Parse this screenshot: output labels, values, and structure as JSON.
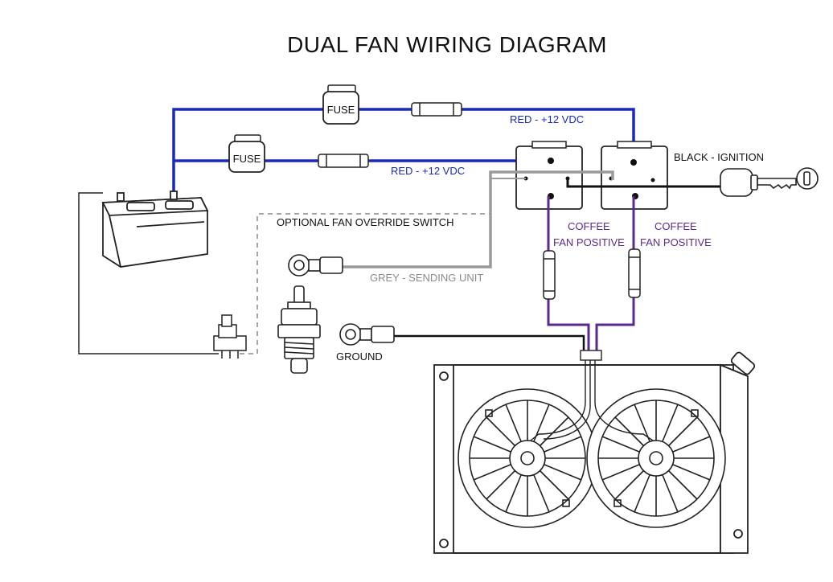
{
  "title": "DUAL FAN WIRING DIAGRAM",
  "labels": {
    "fuse_top": "FUSE",
    "fuse_bottom": "FUSE",
    "red_top": "RED - +12 VDC",
    "red_bottom": "RED - +12 VDC",
    "black_ignition": "BLACK - IGNITION",
    "override_switch": "OPTIONAL FAN OVERRIDE SWITCH",
    "coffee_left": "COFFEE",
    "fan_positive_left": "FAN POSITIVE",
    "coffee_right": "COFFEE",
    "fan_positive_right": "FAN POSITIVE",
    "grey_sending": "GREY - SENDING UNIT",
    "ground": "GROUND"
  },
  "colors": {
    "red_wire": "#1a2ab5",
    "coffee_wire": "#5a2a8c",
    "grey_wire": "#9a9a9a",
    "black_wire": "#111111"
  }
}
